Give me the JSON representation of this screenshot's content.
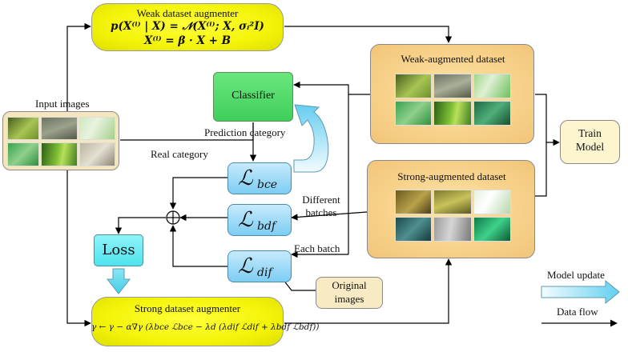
{
  "weak_augmenter": {
    "title": "Weak dataset augmenter",
    "formula1": "p(X⁽ⁱ⁾ | X) = 𝒩(X⁽ⁱ⁾; X, σᵢ²I)",
    "formula2": "X⁽ⁱ⁾ = β · X + B"
  },
  "input_images": {
    "label": "Input images"
  },
  "classifier": {
    "label": "Classifier"
  },
  "prediction_category": {
    "label": "Prediction category"
  },
  "real_category": {
    "label": "Real category"
  },
  "weak_dataset": {
    "label": "Weak-augmented dataset"
  },
  "strong_dataset": {
    "label": "Strong-augmented dataset"
  },
  "train_model": {
    "label_line1": "Train",
    "label_line2": "Model"
  },
  "losses": {
    "bce": {
      "symbol": "ℒ",
      "sub": "bce"
    },
    "bdf": {
      "symbol": "ℒ",
      "sub": "bdf"
    },
    "dif": {
      "symbol": "ℒ",
      "sub": "dif"
    }
  },
  "different_batches": {
    "line1": "Different",
    "line2": "batches"
  },
  "each_batch": {
    "label": "Each batch"
  },
  "loss": {
    "label": "Loss"
  },
  "original_images": {
    "line1": "Original",
    "line2": "images"
  },
  "strong_augmenter": {
    "title": "Strong dataset augmenter",
    "formula": "γ ← γ − α∇γ (λbce ℒbce − λd (λdif ℒdif + λbdf ℒbdf))"
  },
  "legend": {
    "model_update": "Model update",
    "data_flow": "Data flow"
  },
  "colors": {
    "yellow_box": "#f4f40a",
    "cream_box": "#f6e6bd",
    "orange_box": "#f7d18a",
    "classifier_green": "#3fcf5a",
    "loss_cyan": "#4fe3ee",
    "loss_term_blue": "#7ccdf3",
    "update_arrow": "#7fd8f0"
  },
  "icons": {
    "sum": "circled-plus-icon",
    "model_update_arrow": "block-arrow-icon",
    "data_flow_arrow": "arrow-icon"
  }
}
